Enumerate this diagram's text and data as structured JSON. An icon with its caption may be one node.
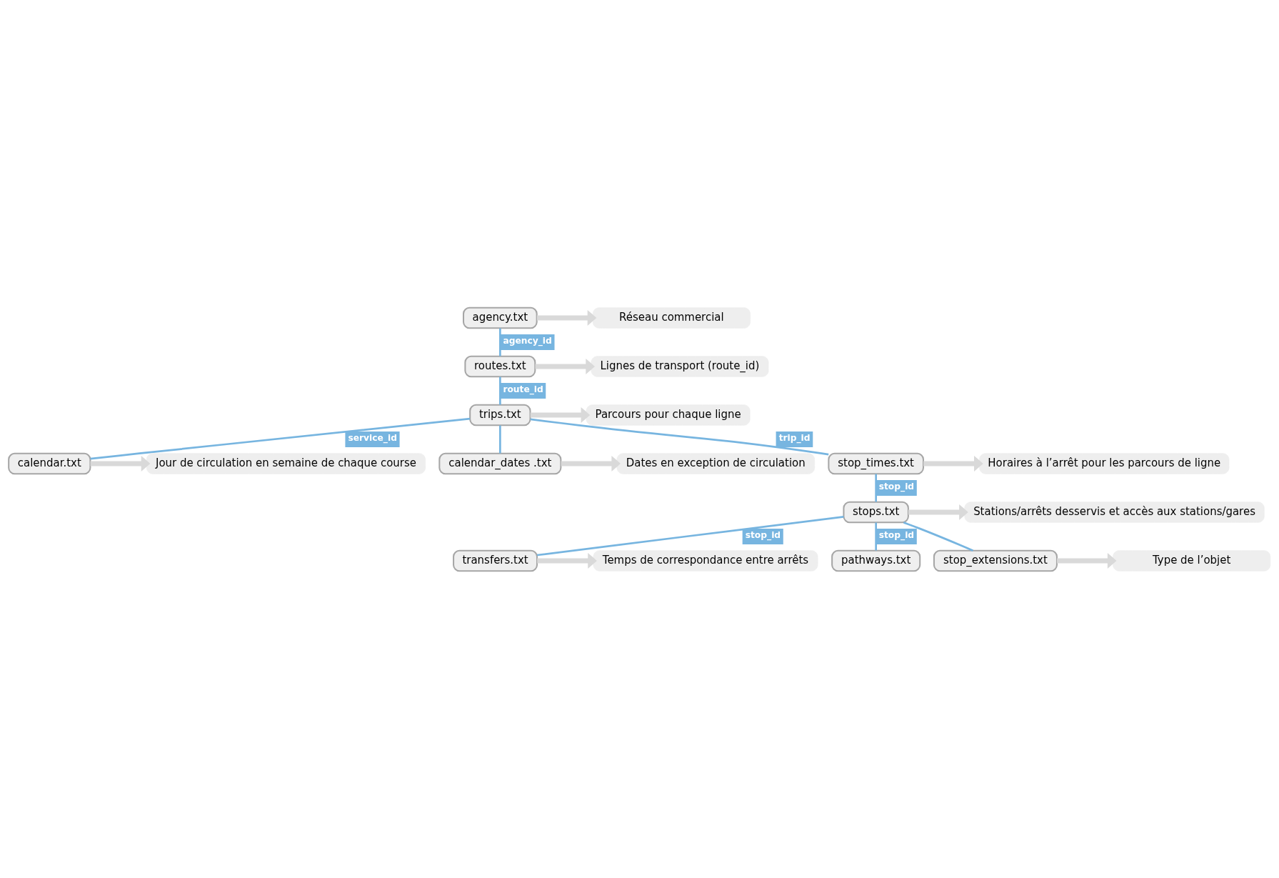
{
  "diagram": {
    "nodes": [
      {
        "text": [
          "agency.txt"
        ]
      },
      {
        "text": [
          "routes.txt"
        ]
      },
      {
        "text": [
          "trips.txt"
        ]
      },
      {
        "text": [
          "calendar.txt"
        ]
      },
      {
        "text": [
          "calendar_dates .txt"
        ]
      },
      {
        "text": [
          "stop_times.txt"
        ]
      },
      {
        "text": [
          "stops.txt"
        ]
      },
      {
        "text": [
          "transfers.txt"
        ]
      },
      {
        "text": [
          "pathways.txt"
        ]
      },
      {
        "text": [
          "stop_extensions.txt"
        ]
      },
      {
        "text": [
          "Réseau commercial"
        ]
      },
      {
        "text": [
          "Lignes de transport (route_id)"
        ]
      },
      {
        "text": [
          "Parcours pour chaque ligne"
        ]
      },
      {
        "text": [
          "Jour de circulation en semaine de chaque course"
        ]
      },
      {
        "text": [
          "Dates en exception de circulation"
        ]
      },
      {
        "text": [
          "Horaires à l’arrêt pour les parcours de ligne"
        ]
      },
      {
        "text": [
          "Stations/arrêts desservis et accès aux stations/gares"
        ]
      },
      {
        "text": [
          "Temps de correspondance entre arrêts"
        ]
      },
      {
        "text": [
          "Type de l’objet"
        ]
      }
    ],
    "edges": [
      {
        "from": 0,
        "to": 1,
        "arrow": "none",
        "label": "agency_id",
        "color": "#77b5e0"
      },
      {
        "from": 1,
        "to": 2,
        "arrow": "none",
        "label": "route_id",
        "color": "#77b5e0"
      },
      {
        "from": 2,
        "to": 3,
        "arrow": "none",
        "label": "service_id",
        "color": "#77b5e0"
      },
      {
        "from": 2,
        "to": 4,
        "arrow": "none",
        "color": "#77b5e0"
      },
      {
        "from": 2,
        "to": 5,
        "arrow": "none",
        "label": "trip_id",
        "color": "#77b5e0"
      },
      {
        "from": 5,
        "to": 6,
        "arrow": "none",
        "label": "stop_id",
        "color": "#77b5e0"
      },
      {
        "from": 6,
        "to": 8,
        "arrow": "none",
        "label": "stop_id",
        "color": "#77b5e0"
      },
      {
        "from": 6,
        "to": 7,
        "arrow": "none",
        "label": "stop_id",
        "color": "#77b5e0"
      },
      {
        "from": 6,
        "to": 9,
        "arrow": "none",
        "color": "#77b5e0"
      },
      {
        "from": 0,
        "to": 10,
        "arrow": "to",
        "style": "thick",
        "color": "#d9d9d9"
      },
      {
        "from": 1,
        "to": 11,
        "arrow": "to",
        "style": "thick",
        "color": "#d9d9d9"
      },
      {
        "from": 2,
        "to": 12,
        "arrow": "to",
        "style": "thick",
        "color": "#d9d9d9"
      },
      {
        "from": 3,
        "to": 13,
        "arrow": "to",
        "style": "thick",
        "color": "#d9d9d9"
      },
      {
        "from": 4,
        "to": 14,
        "arrow": "to",
        "style": "thick",
        "color": "#d9d9d9"
      },
      {
        "from": 5,
        "to": 15,
        "arrow": "to",
        "style": "thick",
        "color": "#d9d9d9"
      },
      {
        "from": 6,
        "to": 16,
        "arrow": "to",
        "style": "thick",
        "color": "#d9d9d9"
      },
      {
        "from": 7,
        "to": 17,
        "arrow": "to",
        "style": "thick",
        "color": "#d9d9d9"
      },
      {
        "from": 9,
        "to": 18,
        "arrow": "to",
        "style": "thick",
        "color": "#d9d9d9"
      }
    ]
  }
}
